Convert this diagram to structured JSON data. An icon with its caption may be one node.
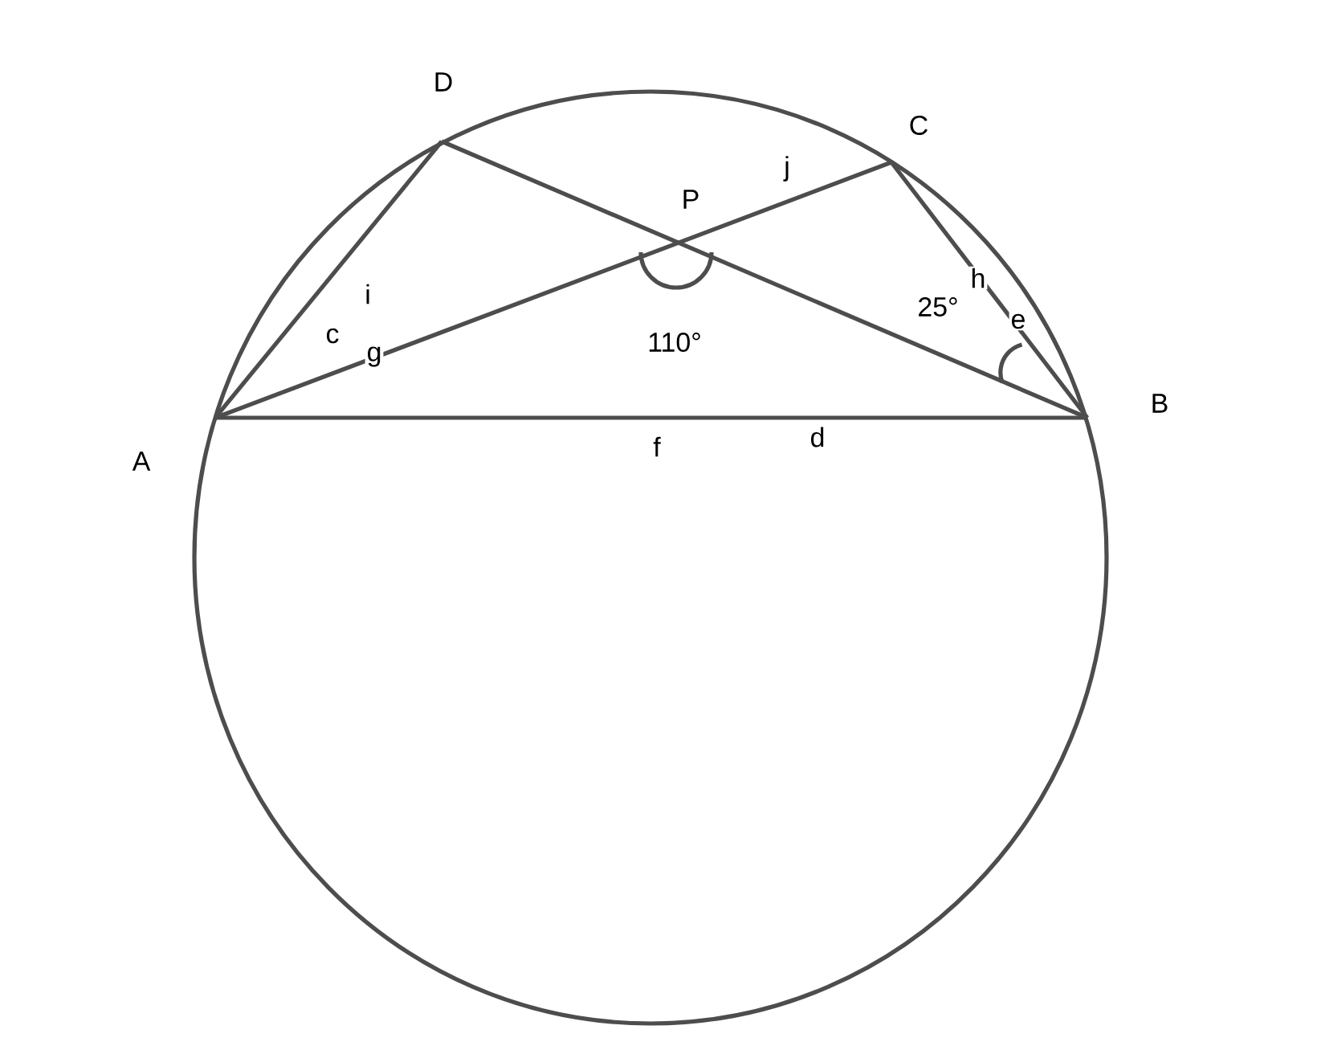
{
  "diagram": {
    "nodes": [
      {
        "text": [
          "A"
        ]
      },
      {
        "text": [
          "B"
        ]
      },
      {
        "text": [
          "C"
        ]
      },
      {
        "text": [
          "D"
        ]
      }
    ],
    "edges": [
      {
        "from": 0,
        "to": 1,
        "arrow": "none"
      },
      {
        "from": 0,
        "to": 2,
        "arrow": "none"
      },
      {
        "from": 3,
        "to": 1,
        "arrow": "none"
      },
      {
        "from": 0,
        "to": 3,
        "arrow": "none"
      },
      {
        "from": 2,
        "to": 1,
        "arrow": "none"
      }
    ],
    "labels": [
      "j",
      "P",
      "i",
      "h",
      "25°",
      "c",
      "g",
      "e",
      "110°",
      "f",
      "d"
    ]
  }
}
